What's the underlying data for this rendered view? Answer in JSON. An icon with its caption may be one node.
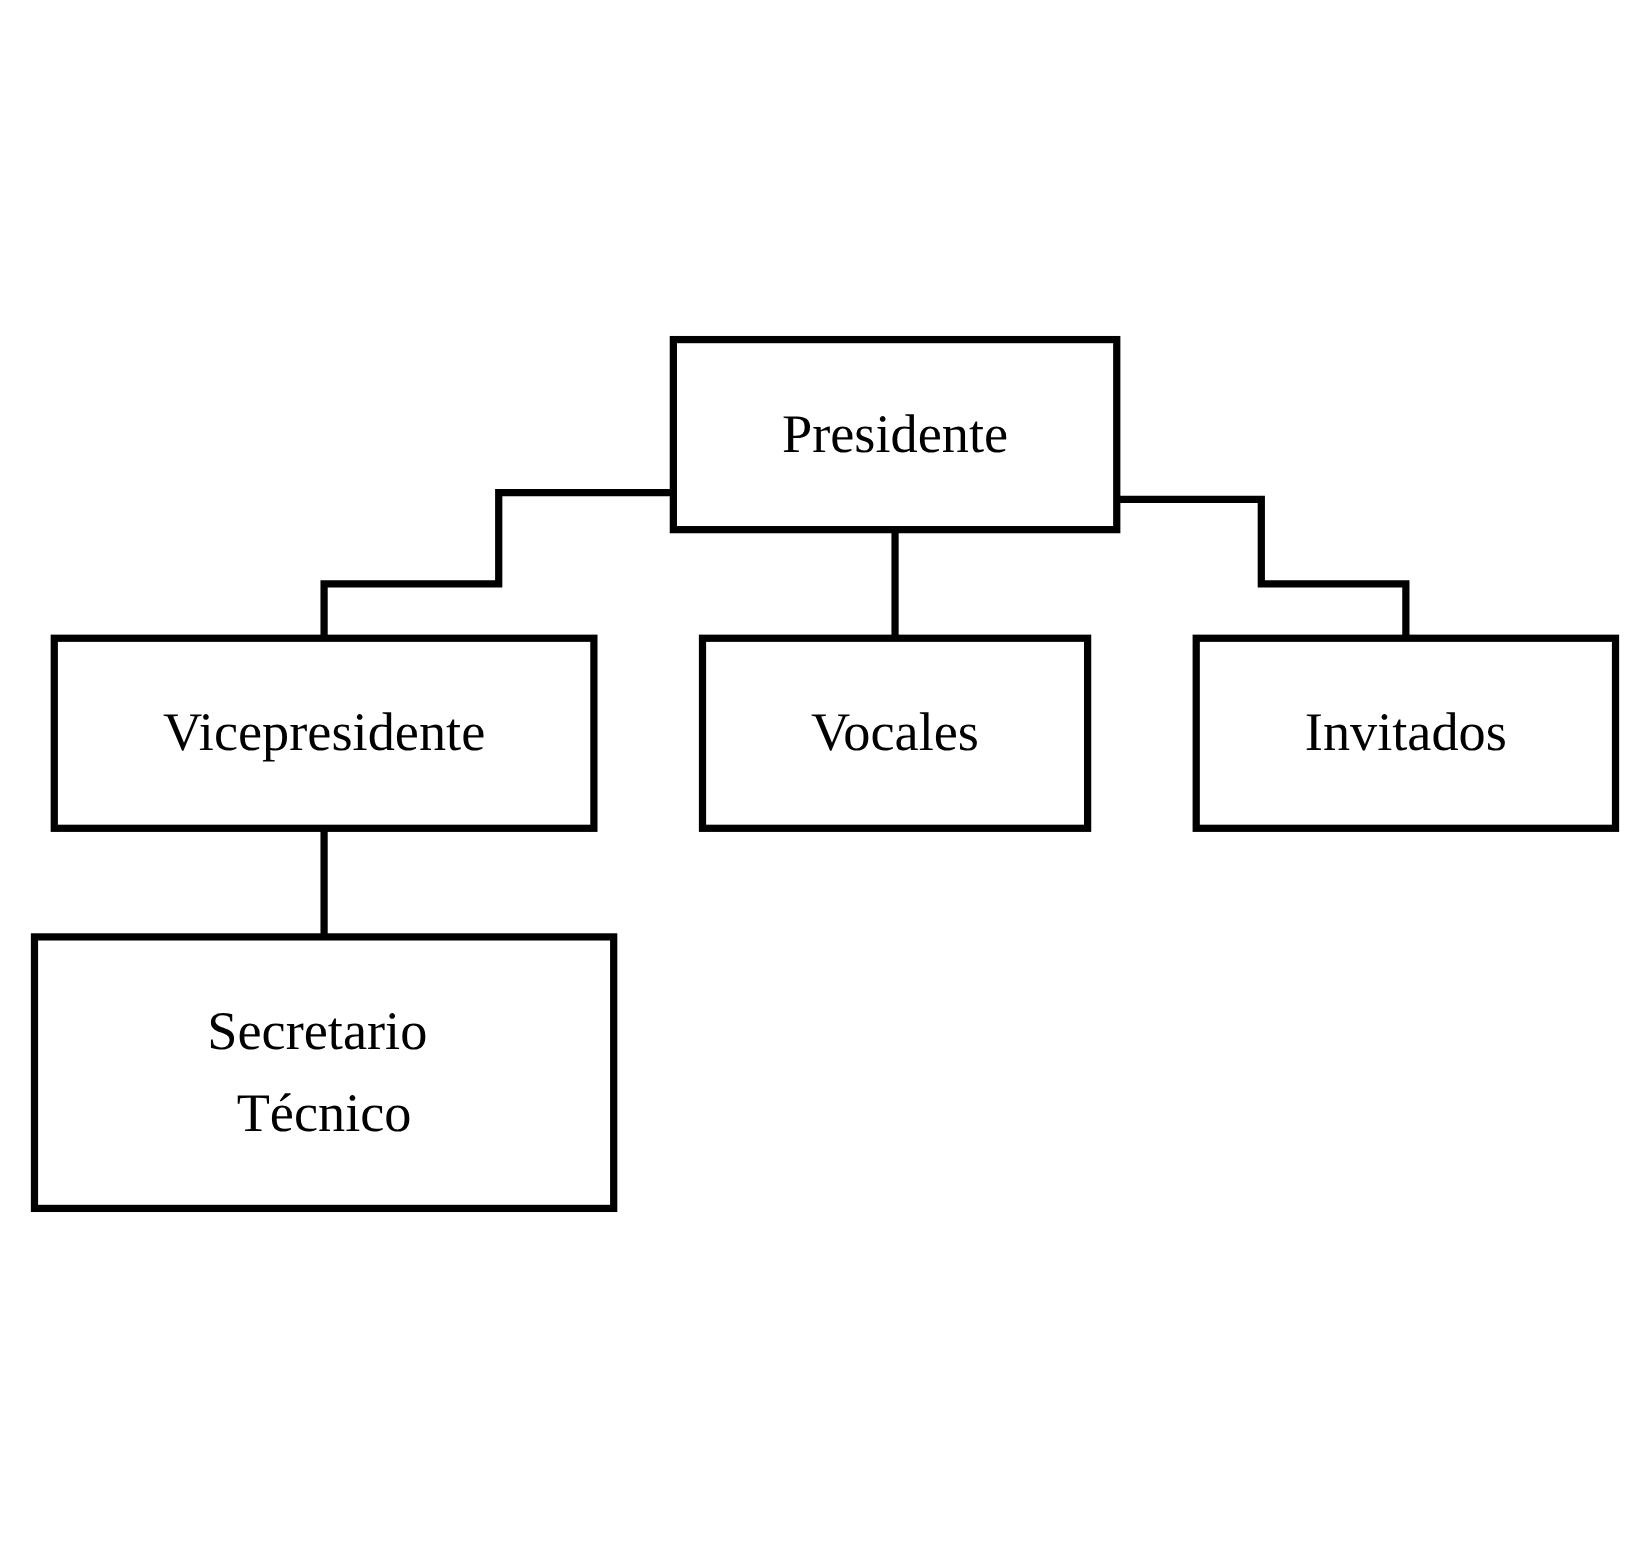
{
  "diagram": {
    "nodes": [
      {
        "text": [
          "Presidente"
        ]
      },
      {
        "text": [
          "Vicepresidente"
        ]
      },
      {
        "text": [
          "Secretario Técnico"
        ]
      },
      {
        "text": [
          "Vocales"
        ]
      },
      {
        "text": [
          "Invitados"
        ]
      }
    ],
    "edges": [
      {
        "from": 0,
        "to": 1,
        "arrow": "none"
      },
      {
        "from": 1,
        "to": 2,
        "arrow": "none"
      },
      {
        "from": 0,
        "to": 3,
        "arrow": "none"
      },
      {
        "from": 0,
        "to": 4,
        "arrow": "none"
      }
    ]
  }
}
